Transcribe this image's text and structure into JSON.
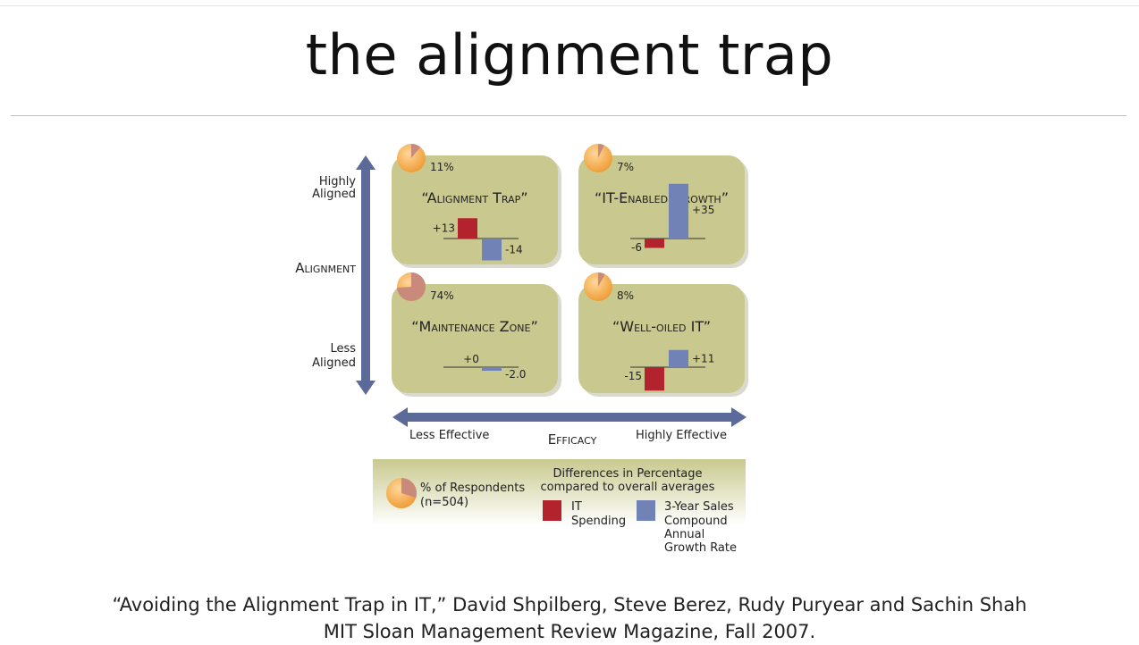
{
  "slide": {
    "title": "the alignment trap",
    "citation_line1": "“Avoiding the Alignment Trap in IT,” David Shpilberg, Steve Berez, Rudy Puryear and Sachin Shah",
    "citation_line2": "MIT Sloan Management Review Magazine, Fall 2007."
  },
  "axes": {
    "y_title": "Alignment",
    "y_high_1": "Highly",
    "y_high_2": "Aligned",
    "y_low_1": "Less",
    "y_low_2": "Aligned",
    "x_title": "Efficacy",
    "x_low": "Less Effective",
    "x_high": "Highly Effective"
  },
  "quadrants": [
    {
      "name": "“Alignment Trap”",
      "percent": "11%",
      "share": 0.11,
      "it_spending": 13,
      "sales_growth": -14,
      "it_label": "+13",
      "sales_label": "-14"
    },
    {
      "name": "“IT-Enabled Growth”",
      "percent": "7%",
      "share": 0.07,
      "it_spending": -6,
      "sales_growth": 35,
      "it_label": "-6",
      "sales_label": "+35"
    },
    {
      "name": "“Maintenance Zone”",
      "percent": "74%",
      "share": 0.74,
      "it_spending": 0,
      "sales_growth": -2.0,
      "it_label": "+0",
      "sales_label": "-2.0"
    },
    {
      "name": "“Well-oiled IT”",
      "percent": "8%",
      "share": 0.08,
      "it_spending": -15,
      "sales_growth": 11,
      "it_label": "-15",
      "sales_label": "+11"
    }
  ],
  "legend": {
    "respondents_1": "% of Respondents",
    "respondents_2": "(n=504)",
    "diff_1": "Differences in Percentage",
    "diff_2": "compared to overall averages",
    "it_1": "IT",
    "it_2": "Spending",
    "sales_1": "3-Year Sales",
    "sales_2": "Compound",
    "sales_3": "Annual",
    "sales_4": "Growth Rate"
  },
  "colors": {
    "quadrant_fill": "#c9c98f",
    "axis_arrow": "#5c6a9a",
    "it_spending": "#b3232d",
    "sales_growth": "#7183b6",
    "pie_base": "#f4ad4c",
    "pie_slice": "#c98a7c"
  }
}
